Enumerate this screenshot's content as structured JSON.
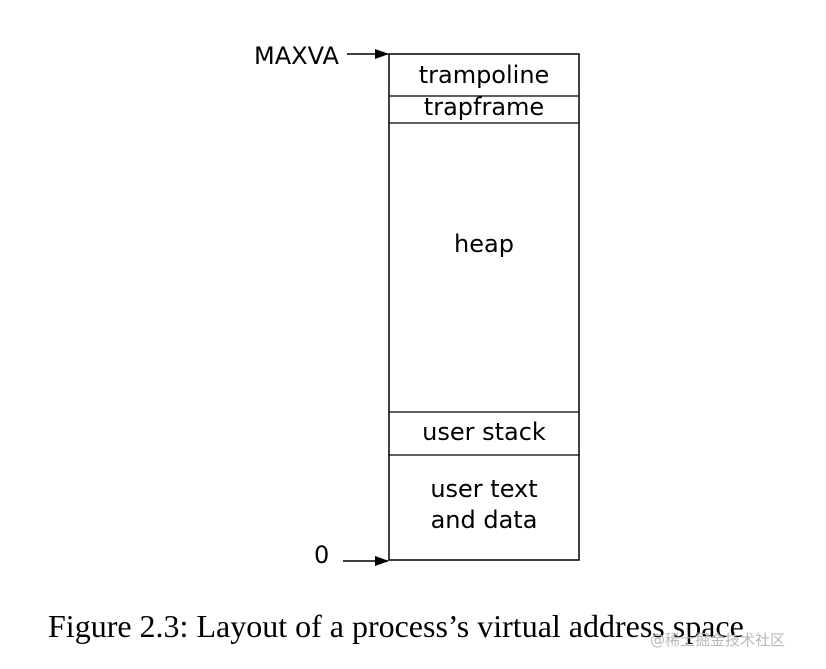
{
  "diagram": {
    "segments": [
      {
        "label": "trampoline"
      },
      {
        "label": "trapframe"
      },
      {
        "label": "heap"
      },
      {
        "label": "user stack"
      },
      {
        "label": "user text\nand data"
      }
    ],
    "addresses": {
      "top": "MAXVA",
      "bottom": "0"
    }
  },
  "caption": "Figure 2.3: Layout of a process’s virtual address space",
  "watermark": "@稀土掘金技术社区"
}
